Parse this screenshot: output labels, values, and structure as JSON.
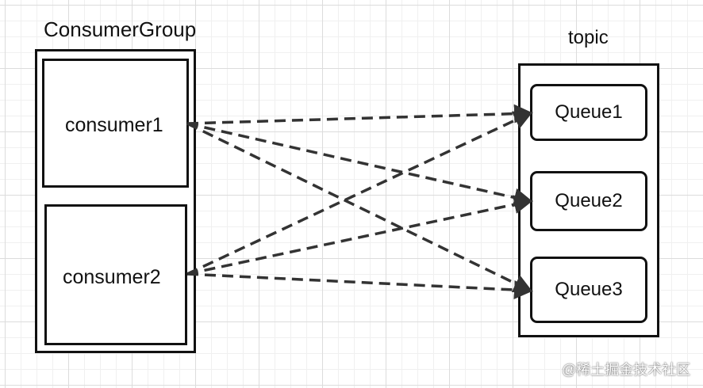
{
  "diagram": {
    "group_title": "ConsumerGroup",
    "topic_title": "topic",
    "consumers": [
      {
        "label": "consumer1"
      },
      {
        "label": "consumer2"
      }
    ],
    "queues": [
      {
        "label": "Queue1"
      },
      {
        "label": "Queue2"
      },
      {
        "label": "Queue3"
      }
    ],
    "edges": [
      {
        "from": "consumer1",
        "to": "Queue1"
      },
      {
        "from": "consumer1",
        "to": "Queue2"
      },
      {
        "from": "consumer1",
        "to": "Queue3"
      },
      {
        "from": "consumer2",
        "to": "Queue1"
      },
      {
        "from": "consumer2",
        "to": "Queue2"
      },
      {
        "from": "consumer2",
        "to": "Queue3"
      }
    ],
    "colors": {
      "stroke": "#111111",
      "arrow": "#333333",
      "grid": "#dcdcdc"
    }
  },
  "watermark": "@稀土掘金技术社区"
}
